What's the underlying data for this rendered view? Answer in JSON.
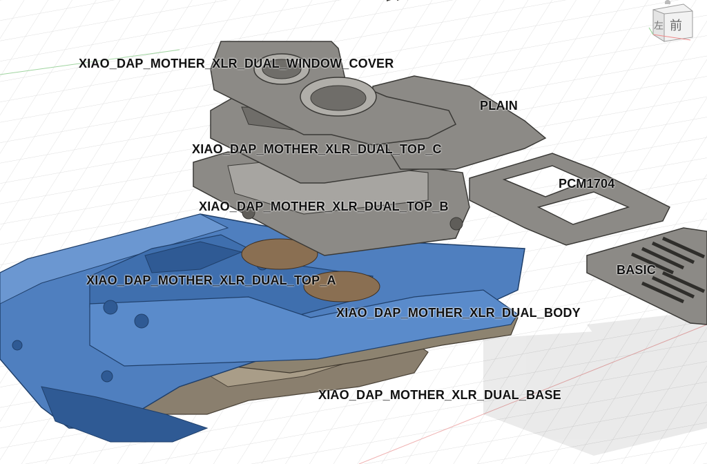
{
  "viewcube": {
    "left_face": "左",
    "front_face": "前"
  },
  "labels": {
    "window_cover": "XIAO_DAP_MOTHER_XLR_DUAL_WINDOW_COVER",
    "plain": "PLAIN",
    "top_c": "XIAO_DAP_MOTHER_XLR_DUAL_TOP_C",
    "pcm1704": "PCM1704",
    "top_b": "XIAO_DAP_MOTHER_XLR_DUAL_TOP_B",
    "basic": "BASIC",
    "top_a": "XIAO_DAP_MOTHER_XLR_DUAL_TOP_A",
    "body": "XIAO_DAP_MOTHER_XLR_DUAL_BODY",
    "base": "XIAO_DAP_MOTHER_XLR_DUAL_BASE"
  },
  "colors": {
    "background": "#ffffff",
    "grid": "#d9d9d9",
    "part_gray": "#8c8a86",
    "part_gray_dark": "#5f5d59",
    "part_blue": "#4f7fbf",
    "part_blue_dark": "#2f5a94",
    "part_tan": "#8a7f6e"
  }
}
